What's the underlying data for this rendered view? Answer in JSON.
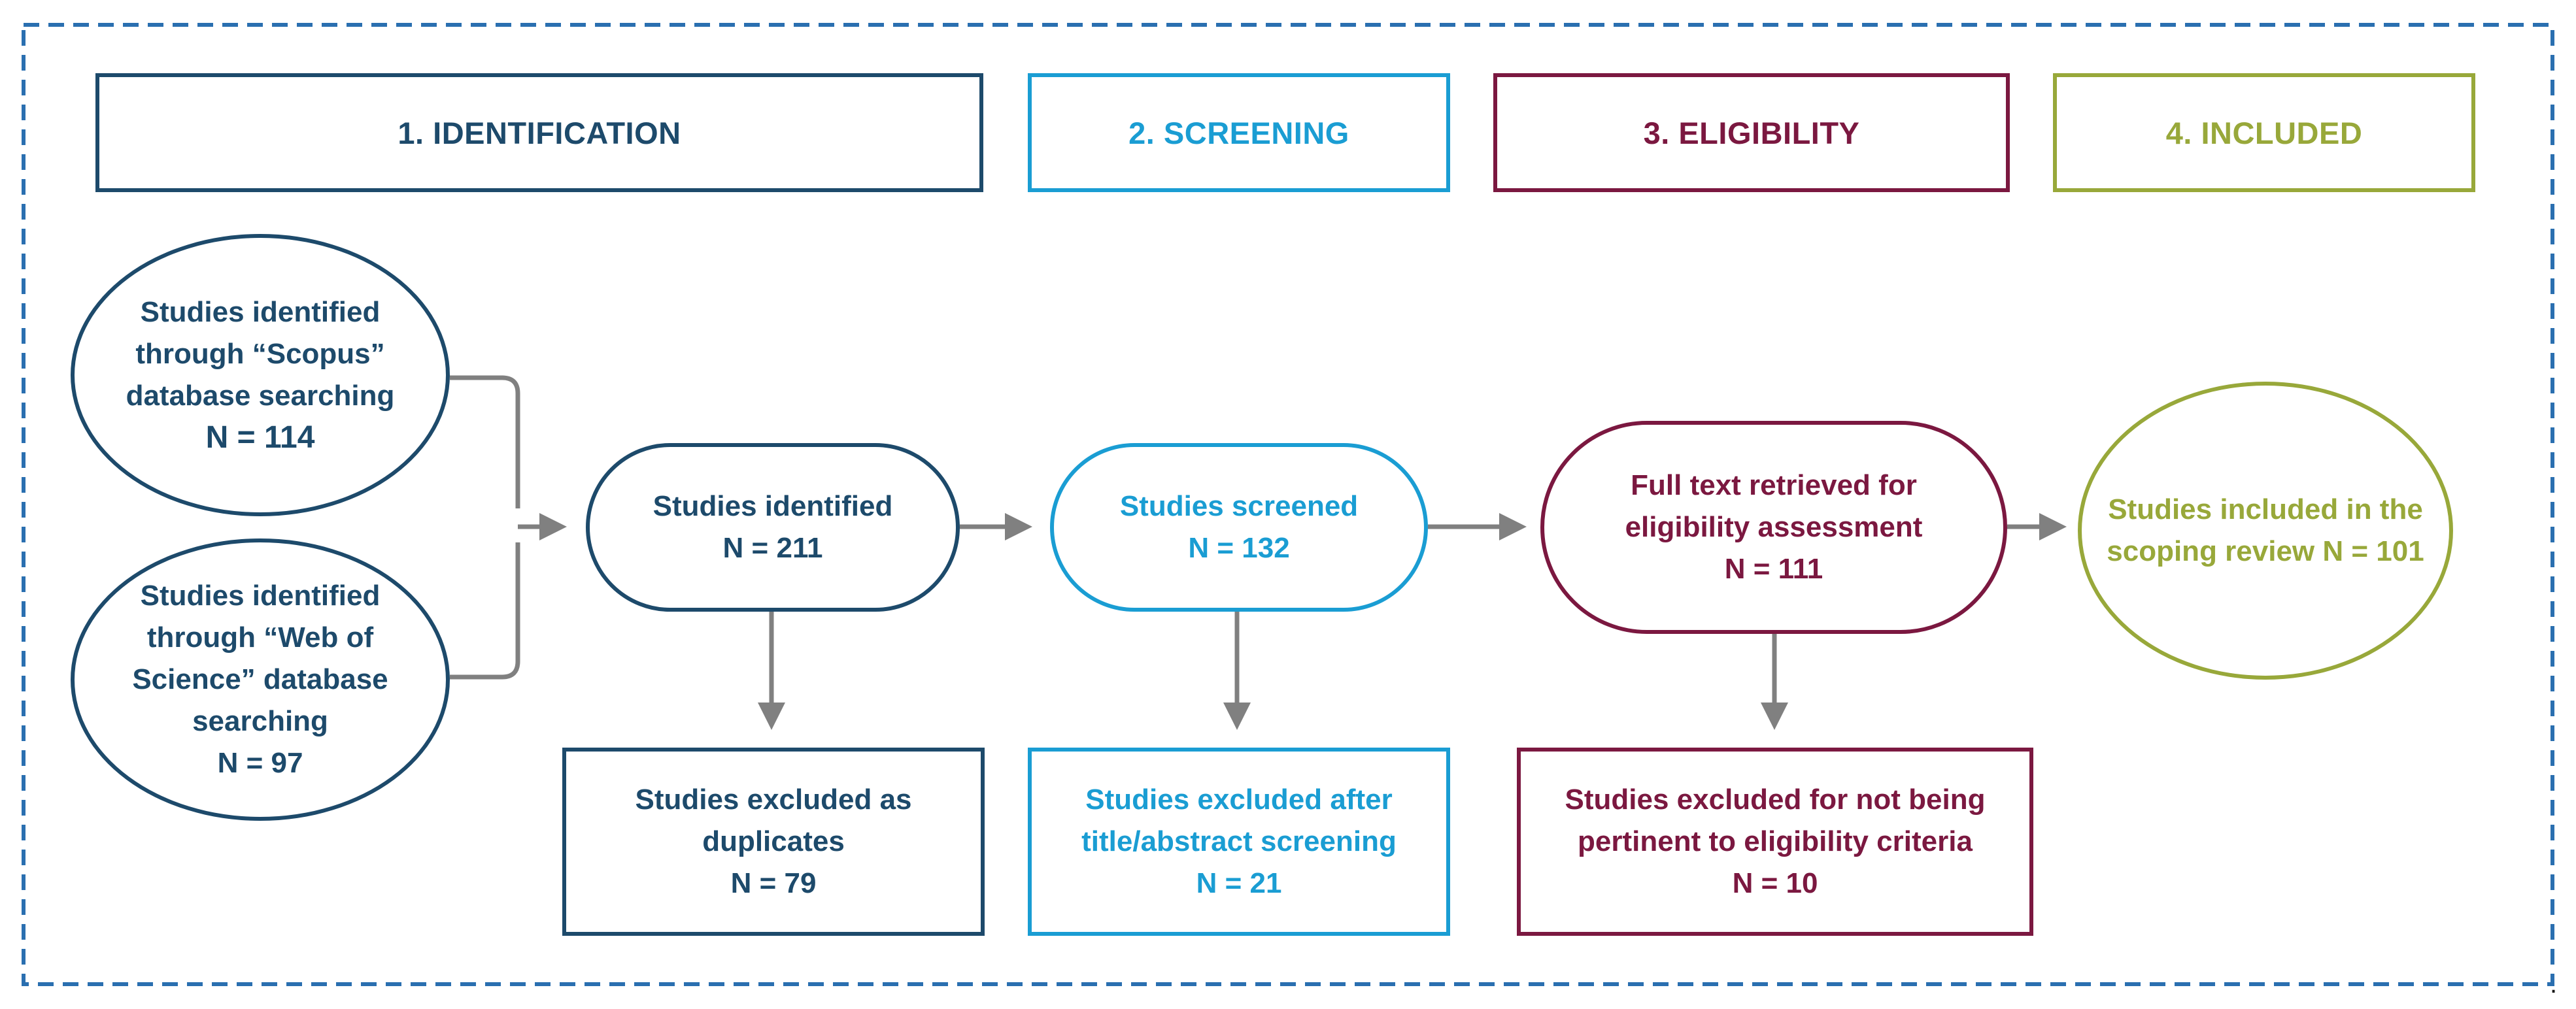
{
  "colors": {
    "identification": "#1d4a6b",
    "screening": "#1a9dd3",
    "eligibility": "#7b1840",
    "included": "#98a83a",
    "arrow": "#808080",
    "frame": "#2a6fb0"
  },
  "phases": [
    {
      "label": "1. IDENTIFICATION"
    },
    {
      "label": "2. SCREENING"
    },
    {
      "label": "3. ELIGIBILITY"
    },
    {
      "label": "4. INCLUDED"
    }
  ],
  "sources": {
    "scopus": {
      "lines": [
        "Studies identified",
        "through “Scopus”",
        "database searching"
      ],
      "count": "N = 114"
    },
    "wos": {
      "lines": [
        "Studies identified",
        "through “Web of",
        "Science” database",
        "searching"
      ],
      "count": "N = 97"
    }
  },
  "flow": {
    "identified": {
      "lines": [
        "Studies identified"
      ],
      "count": "N = 211"
    },
    "screened": {
      "lines": [
        "Studies screened"
      ],
      "count": "N = 132"
    },
    "fulltext": {
      "lines": [
        "Full text retrieved for",
        "eligibility assessment"
      ],
      "count": "N = 111"
    },
    "included": {
      "lines": [
        "Studies included in the",
        "scoping review N = 101"
      ],
      "count": ""
    }
  },
  "exclusions": {
    "duplicates": {
      "lines": [
        "Studies excluded as",
        "duplicates"
      ],
      "count": "N = 79"
    },
    "title_abstract": {
      "lines": [
        "Studies excluded after",
        "title/abstract screening"
      ],
      "count": "N = 21"
    },
    "criteria": {
      "lines": [
        "Studies excluded for not being",
        "pertinent to eligibility criteria"
      ],
      "count": "N = 10"
    }
  },
  "trailing_mark": "."
}
